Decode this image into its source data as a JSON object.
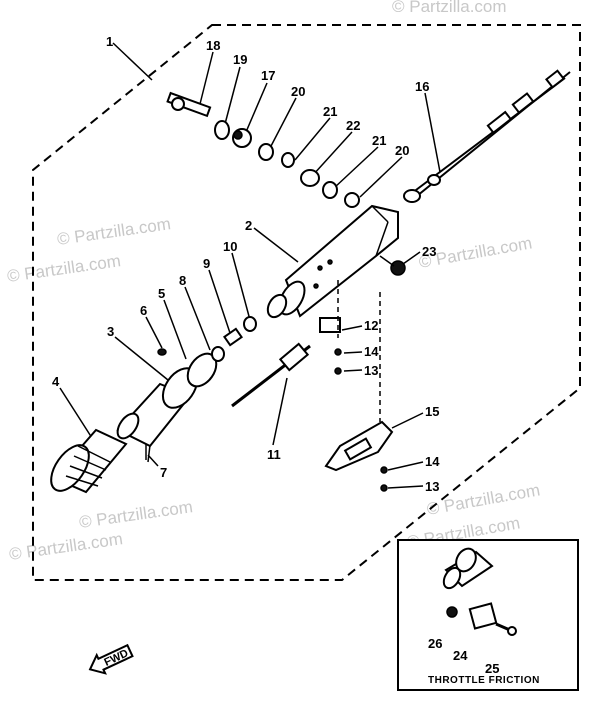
{
  "watermark": "© Partzilla.com",
  "caption": "THROTTLE FRICTION",
  "fwd": "FWD",
  "labels": {
    "l1": "1",
    "l2": "2",
    "l3": "3",
    "l4": "4",
    "l5": "5",
    "l6": "6",
    "l7": "7",
    "l8": "8",
    "l9": "9",
    "l10": "10",
    "l11": "11",
    "l12": "12",
    "l13a": "13",
    "l13b": "13",
    "l14a": "14",
    "l14b": "14",
    "l15": "15",
    "l16": "16",
    "l17": "17",
    "l18": "18",
    "l19": "19",
    "l20a": "20",
    "l20b": "20",
    "l21a": "21",
    "l21b": "21",
    "l22": "22",
    "l23": "23",
    "l24": "24",
    "l25": "25",
    "l26": "26"
  }
}
